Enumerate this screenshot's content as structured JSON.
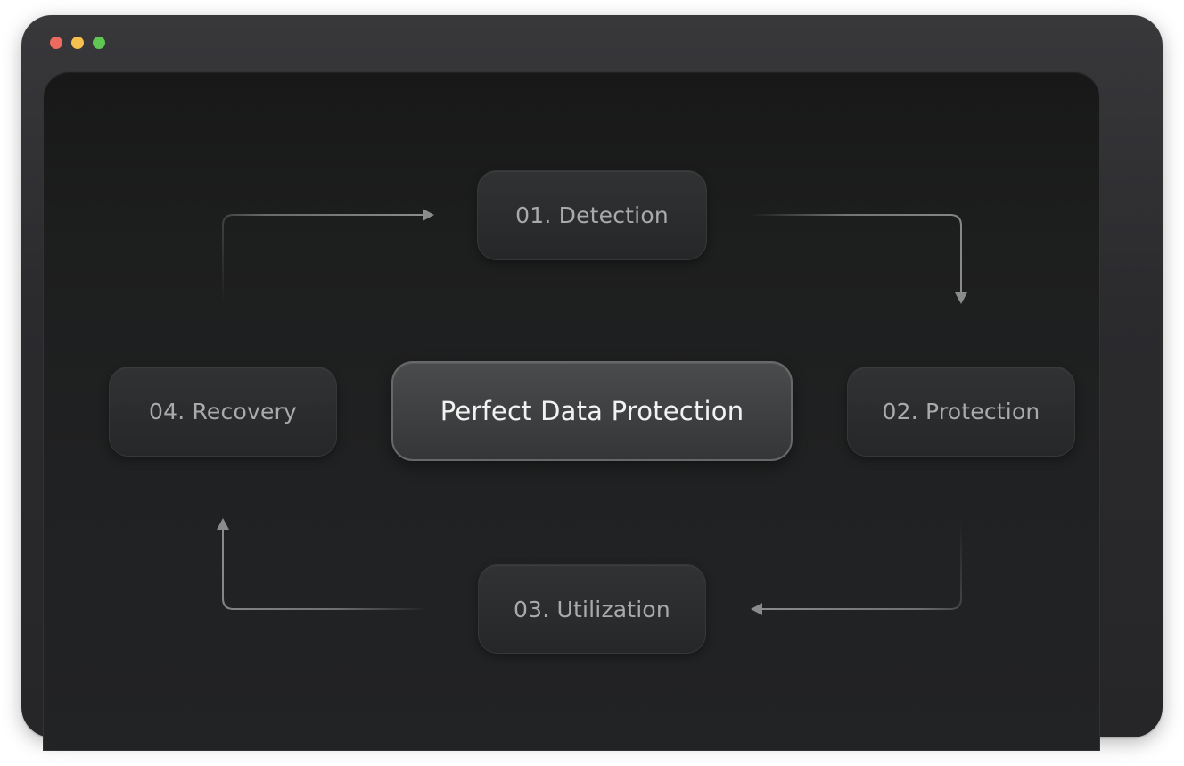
{
  "window": {
    "controls": [
      "close",
      "minimize",
      "maximize"
    ],
    "control_colors": {
      "close": "#ed6a5e",
      "minimize": "#f5bf4f",
      "maximize": "#61c554"
    }
  },
  "diagram": {
    "center": "Perfect Data Protection",
    "steps": {
      "detection": "01. Detection",
      "protection": "02. Protection",
      "utilization": "03. Utilization",
      "recovery": "04. Recovery"
    },
    "flow_order": [
      "01. Detection",
      "02. Protection",
      "03. Utilization",
      "04. Recovery"
    ],
    "colors": {
      "background": "#1f2021",
      "node": "#2c2d2e",
      "center_node": "#434445",
      "arrow": "#8a8b8c",
      "node_text": "#a9aaac",
      "center_text": "#f2f2f2"
    }
  }
}
